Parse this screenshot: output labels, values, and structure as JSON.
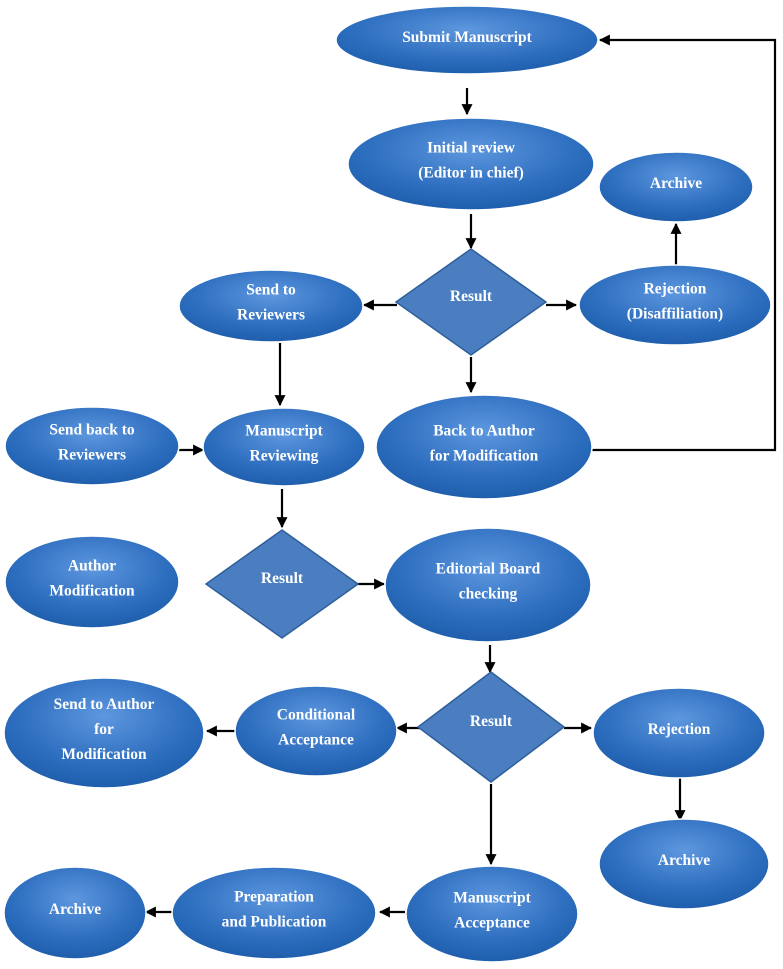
{
  "nodes": {
    "submit": [
      "Submit Manuscript"
    ],
    "initial_review": [
      "Initial review",
      "(Editor in chief)"
    ],
    "archive_1": [
      "Archive"
    ],
    "result_1": [
      "Result"
    ],
    "send_to_reviewers": [
      "Send to",
      "Reviewers"
    ],
    "rejection_1": [
      "Rejection",
      "(Disaffiliation)"
    ],
    "send_back_to_reviewers": [
      "Send back to",
      "Reviewers"
    ],
    "manuscript_reviewing": [
      "Manuscript",
      "Reviewing"
    ],
    "back_to_author": [
      "Back to Author",
      "for Modification"
    ],
    "author_modification": [
      "Author",
      "Modification"
    ],
    "result_2": [
      "Result"
    ],
    "editorial_board": [
      "Editorial Board",
      "checking"
    ],
    "send_to_author": [
      "Send to Author",
      "for",
      "Modification"
    ],
    "conditional_acceptance": [
      "Conditional",
      "Acceptance"
    ],
    "result_3": [
      "Result"
    ],
    "rejection_2": [
      "Rejection"
    ],
    "archive_2": [
      "Archive"
    ],
    "archive_3": [
      "Archive"
    ],
    "preparation": [
      "Preparation",
      "and Publication"
    ],
    "manuscript_acceptance": [
      "Manuscript",
      "Acceptance"
    ]
  },
  "colors": {
    "ellipse_fill_light": "#4f8bd6",
    "ellipse_fill_dark": "#1f5fb0",
    "ellipse_stroke": "#ffffff",
    "diamond_fill": "#4a7ec0",
    "diamond_stroke": "#2f5f9a",
    "label": "#ffffff",
    "connector": "#000000"
  }
}
